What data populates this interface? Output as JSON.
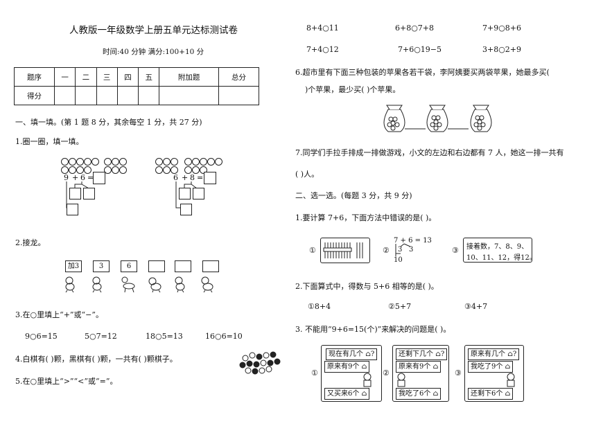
{
  "left": {
    "title": "人教版一年级数学上册五单元达标测试卷",
    "subtitle": "时间:40 分钟  满分:100+10 分",
    "table": {
      "header": [
        "题序",
        "一",
        "二",
        "三",
        "四",
        "五",
        "附加题",
        "总分"
      ],
      "row2_label": "得分"
    },
    "sec1": "一、填一填。(第 1 题 8 分，其余每空 1 分，共 27 分)",
    "q1": "1.圈一圈，填一填。",
    "q1_eq1": [
      "9",
      "+",
      "6",
      "="
    ],
    "q1_eq2": [
      "6",
      "+",
      "8",
      "="
    ],
    "q2": "2.接龙。",
    "q2_bubbles": [
      "加3",
      "3",
      "6",
      "",
      "",
      ""
    ],
    "q3": "3.在○里填上“+”或“−”。",
    "q3_items": [
      "9○6=15",
      "5○7=12",
      "18○5=13",
      "16○6=10"
    ],
    "q4": "4.白棋有(    )颗，黑棋有(    )颗，一共有(    )颗棋子。",
    "q5": "5.在○里填上“>”“<”或“=”。"
  },
  "right": {
    "r_row1": [
      "8+4○11",
      "6+8○7+8",
      "7+9○8+6"
    ],
    "r_row2": [
      "7+4○12",
      "7+6○19−5",
      "3+8○2+9"
    ],
    "q6_line1": "6.超市里有下面三种包装的苹果各若干袋，李阿姨要买两袋苹果，她最多买(",
    "q6_line2": ")个苹果，最少买(    )个苹果。",
    "q7_line1": "7.同学们手拉手排成一排做游戏，小文的左边和右边都有 7 人，她这一排一共有",
    "q7_line2": "(    )人。",
    "sec2": "二、选一选。(每题 3 分，共 9 分)",
    "c1": "1.要计算 7+6，下面方法中错误的是(    )。",
    "c1_opt1_mark": "①",
    "c1_opt2_mark": "②",
    "c1_opt2_eq": "7 + 6 = 13",
    "c1_opt2_split": [
      "3",
      "3"
    ],
    "c1_opt2_ten": "10",
    "c1_opt3_mark": "③",
    "c1_opt3_text1": "接着数，7、8、9、",
    "c1_opt3_text2": "10、11、12，得12。",
    "c2": "2.下面算式中，得数与 5+6 相等的是(    )。",
    "c2_opts": [
      "①8+4",
      "②5+7",
      "③4+7"
    ],
    "c3": "3.  不能用“9+6=15(个)”来解决的问题是(    )。",
    "c3_marks": [
      "①",
      "②",
      "③"
    ],
    "c3_top": [
      "现在有几个",
      "还剩下几个",
      "原来有几个"
    ],
    "c3_mid": [
      "原来有9个",
      "原来有9个",
      "我吃了9个"
    ],
    "c3_bot": [
      "又买来6个",
      "我吃了6个",
      "还剩下6个"
    ]
  }
}
